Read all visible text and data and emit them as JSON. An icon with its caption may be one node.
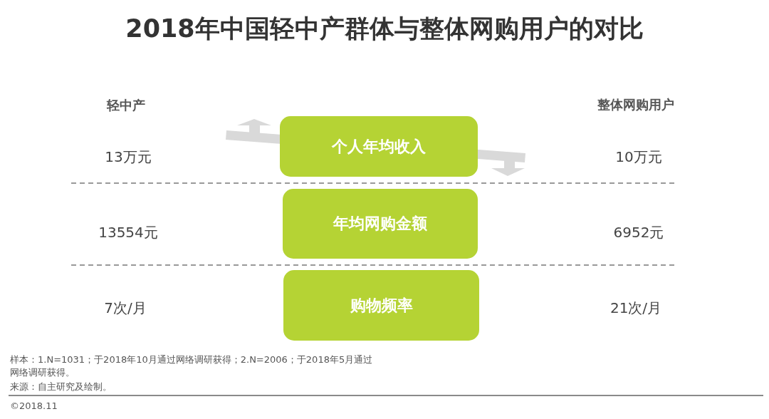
{
  "diagram": {
    "title": "2018年中国轻中产群体与整体网购用户的对比",
    "nodes": [
      {
        "text": [
          "个人年均收入"
        ]
      },
      {
        "text": [
          "年均网购金额"
        ]
      },
      {
        "text": [
          "购物频率"
        ]
      }
    ],
    "labels": [
      "轻中产",
      "整体网购用户",
      "13万元",
      "10万元",
      "13554元",
      "6952元",
      "7次/月",
      "21次/月",
      "样本：1.N=1031；于2018年10月通过网络调研获得；2.N=2006；于2018年5月通过网络调研获得。",
      "来源：自主研究及绘制。",
      "©2018.11"
    ]
  }
}
